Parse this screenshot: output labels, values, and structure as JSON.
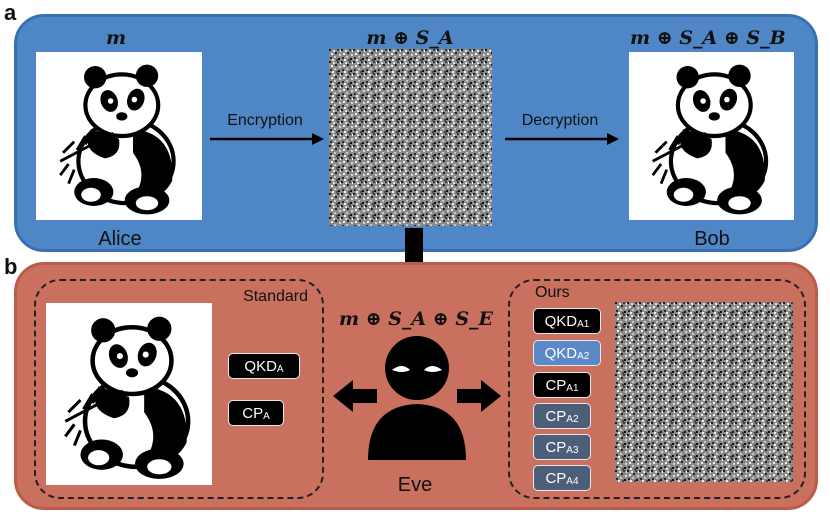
{
  "panel_a": {
    "label": "a",
    "left_caption": "m",
    "middle_caption": "m ⊕ S_A",
    "right_caption": "m ⊕ S_A ⊕ S_B",
    "encryption_label": "Encryption",
    "decryption_label": "Decryption",
    "sender_name": "Alice",
    "receiver_name": "Bob"
  },
  "panel_b": {
    "label": "b",
    "standard_title": "Standard",
    "ours_title": "Ours",
    "eve_caption": "m ⊕ S_A ⊕ S_E",
    "eve_name": "Eve",
    "standard_tags": [
      {
        "base": "QKD",
        "sub": "A"
      },
      {
        "base": "CP",
        "sub": "A"
      }
    ],
    "ours_tags": [
      {
        "base": "QKD",
        "sub": "A1",
        "style": "black"
      },
      {
        "base": "QKD",
        "sub": "A2",
        "style": "blue"
      },
      {
        "base": "CP",
        "sub": "A1",
        "style": "black"
      },
      {
        "base": "CP",
        "sub": "A2",
        "style": "slate"
      },
      {
        "base": "CP",
        "sub": "A3",
        "style": "slate"
      },
      {
        "base": "CP",
        "sub": "A4",
        "style": "slate"
      }
    ]
  },
  "colors": {
    "panel_a_fill": "#4f86c6",
    "panel_b_fill": "#c9705f",
    "tag_black": "#000000",
    "tag_blue": "#5b88c7",
    "tag_slate": "#4c5e78"
  },
  "icons": {
    "panda": "panda-image",
    "noise": "random-noise-image",
    "eve": "eavesdropper-silhouette-icon"
  }
}
